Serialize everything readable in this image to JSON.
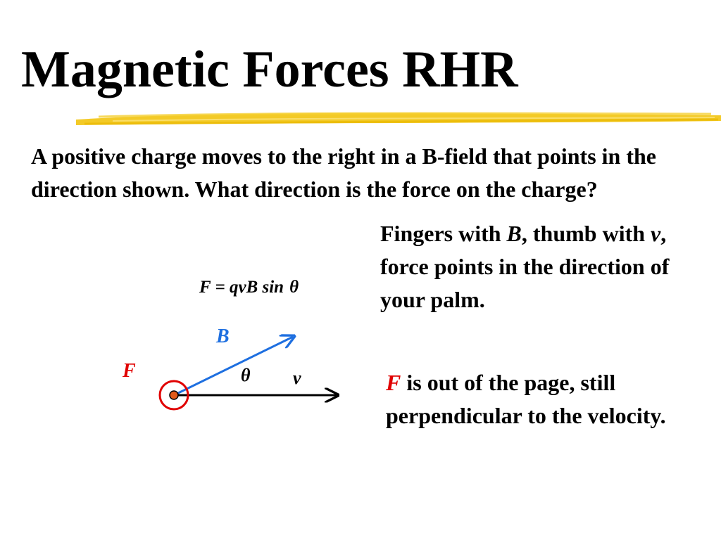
{
  "slide": {
    "title": "Magnetic Forces RHR",
    "question": "A positive charge  moves to the right in a B-field that points in the direction shown.  What direction is the force on the charge?",
    "rule": {
      "part1": "Fingers with ",
      "b_symbol": "B",
      "part2": ", thumb with ",
      "v_symbol": "v",
      "part3": ", force points in the direction of your palm."
    },
    "answer": {
      "f_symbol": "F",
      "text": " is out of the page, still perpendicular to the velocity."
    },
    "formula": {
      "expression": "F = qvB sin",
      "theta": "θ"
    }
  },
  "diagram": {
    "labels": {
      "B": "B",
      "F": "F",
      "theta": "θ",
      "v": "v"
    },
    "colors": {
      "b_field": "#1e6fe0",
      "force": "#e00000",
      "velocity": "#000000",
      "charge_fill": "#e05a1a",
      "title_underline": "#f2c40f"
    }
  }
}
